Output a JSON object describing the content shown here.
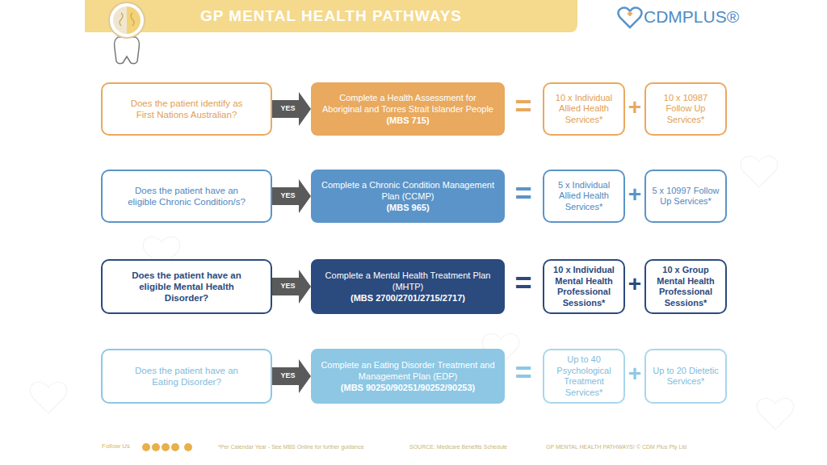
{
  "diagram": {
    "title": "GP MENTAL HEALTH PATHWAYS",
    "nodes": [
      {
        "text": [
          "Does the patient identify as First Nations Australian?"
        ]
      },
      {
        "text": [
          "Complete a Health Assessment for Aboriginal and Torres Strait Islander People",
          "(MBS 715)"
        ]
      },
      {
        "text": [
          "10 x Individual Allied Health Services*"
        ]
      },
      {
        "text": [
          "10 x 10987 Follow Up Services*"
        ]
      },
      {
        "text": [
          "Does the patient have an eligible Chronic Condition/s?"
        ]
      },
      {
        "text": [
          "Complete a Chronic Condition Management Plan (CCMP)",
          "(MBS 965)"
        ]
      },
      {
        "text": [
          "5 x Individual Allied Health Services*"
        ]
      },
      {
        "text": [
          "5 x 10997 Follow Up Services*"
        ]
      },
      {
        "text": [
          "Does the patient have an eligible Mental Health Disorder?"
        ]
      },
      {
        "text": [
          "Complete a Mental Health Treatment Plan (MHTP)",
          "(MBS 2700/2701/2715/2717)"
        ]
      },
      {
        "text": [
          "10 x Individual Mental Health Professional Sessions*"
        ]
      },
      {
        "text": [
          "10 x Group Mental Health Professional Sessions*"
        ]
      },
      {
        "text": [
          "Does the patient have an Eating Disorder?"
        ]
      },
      {
        "text": [
          "Complete an Eating Disorder Treatment and Management Plan (EDP)",
          "(MBS 90250/90251/90252/90253)"
        ]
      },
      {
        "text": [
          "Up to 40 Psychological Treatment Services*"
        ]
      },
      {
        "text": [
          "Up to 20 Dietetic Services*"
        ]
      }
    ],
    "edges": [
      {
        "from": 0,
        "to": 1,
        "label": "YES",
        "arrow": "to"
      },
      {
        "from": 4,
        "to": 5,
        "label": "YES",
        "arrow": "to"
      },
      {
        "from": 8,
        "to": 9,
        "label": "YES",
        "arrow": "to"
      },
      {
        "from": 12,
        "to": 13,
        "label": "YES",
        "arrow": "to"
      }
    ],
    "labels": [
      "=",
      "+",
      "=",
      "+",
      "=",
      "+",
      "=",
      "+",
      "CDMPLUS®",
      "Follow Us",
      "*Per Calendar Year - See MBS Online for further guidance",
      "SOURCE: Medicare Benefits Schedule",
      "GP MENTAL HEALTH PATHWAYS! © CDM Plus Pty Ltd"
    ]
  }
}
